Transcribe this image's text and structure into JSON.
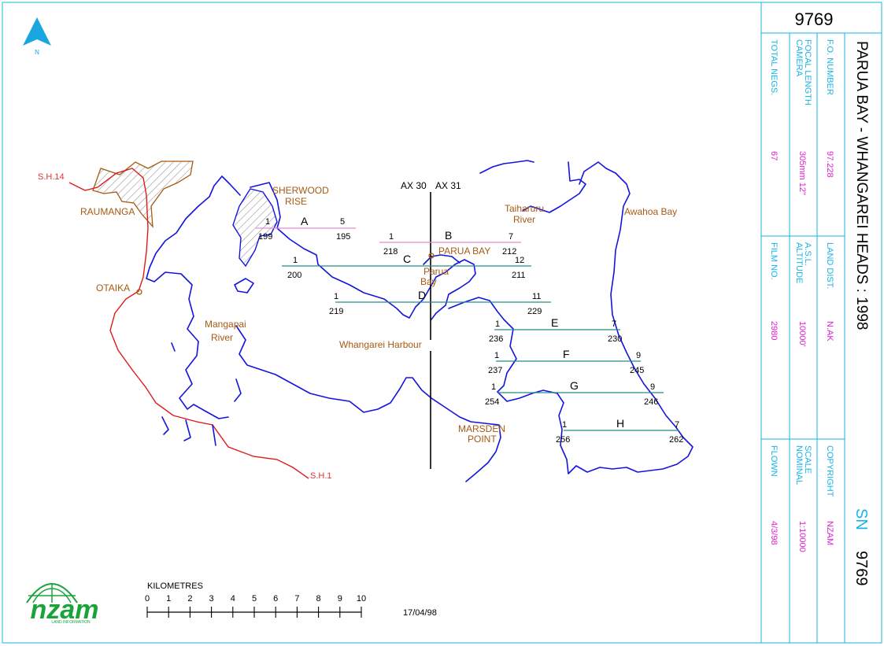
{
  "sheet_number": "9769",
  "title": "PARUA BAY - WHANGAREI HEADS : 1998",
  "sn_label": "SN",
  "sn_number": "9769",
  "north_label": "N",
  "date": "17/04/98",
  "logo": {
    "text": "nzam",
    "subtext": "LAND INFORMATION"
  },
  "info_panel": {
    "fo_number": {
      "label": "F.O. NUMBER",
      "value": "97.228"
    },
    "land_dist": {
      "label": "LAND DIST.",
      "value": "N.AK"
    },
    "copyright": {
      "label": "COPYRIGHT",
      "value": "NZAM"
    },
    "camera": {
      "label1": "CAMERA",
      "label2": "FOCAL LENGTH",
      "value": "305mm  12\""
    },
    "altitude": {
      "label1": "ALTITUDE",
      "label2": "A.S.L.",
      "value": "10000'"
    },
    "scale": {
      "label1": "NOMINAL",
      "label2": "SCALE",
      "value": "1:10000"
    },
    "total_negs": {
      "label": "TOTAL NEGS.",
      "value": "67"
    },
    "film_no": {
      "label": "FILM NO.",
      "value": "2980"
    },
    "flown": {
      "label": "FLOWN",
      "value": "4/3/98"
    }
  },
  "scale_bar": {
    "title": "KILOMETRES",
    "ticks": [
      "0",
      "1",
      "2",
      "3",
      "4",
      "5",
      "6",
      "7",
      "8",
      "9",
      "10"
    ]
  },
  "axis_labels": {
    "left": "AX 30",
    "right": "AX 31"
  },
  "places": {
    "sherwood_1": "SHERWOOD",
    "sherwood_2": "RISE",
    "raumanga": "RAUMANGA",
    "otaika": "OTAIKA",
    "mangapai_1": "Mangapai",
    "mangapai_2": "River",
    "parua_bay_town": "PARUA BAY",
    "parua_bay_water_1": "Parua",
    "parua_bay_water_2": "Bay",
    "taiharuru_1": "Taiharuru",
    "taiharuru_2": "River",
    "awahoa": "Awahoa Bay",
    "harbour": "Whangarei   Harbour",
    "marsden_1": "MARSDEN",
    "marsden_2": "POINT"
  },
  "roads": {
    "sh14": "S.H.14",
    "sh1": "S.H.1"
  },
  "flight_runs": [
    {
      "letter": "A",
      "start_count": "1",
      "end_count": "5",
      "start_frame": "199",
      "end_frame": "195"
    },
    {
      "letter": "B",
      "start_count": "1",
      "end_count": "7",
      "start_frame": "218",
      "end_frame": "212"
    },
    {
      "letter": "C",
      "start_count": "1",
      "end_count": "12",
      "start_frame": "200",
      "end_frame": "211"
    },
    {
      "letter": "D",
      "start_count": "1",
      "end_count": "11",
      "start_frame": "219",
      "end_frame": "229"
    },
    {
      "letter": "E",
      "start_count": "1",
      "end_count": "7",
      "start_frame": "236",
      "end_frame": "230"
    },
    {
      "letter": "F",
      "start_count": "1",
      "end_count": "9",
      "start_frame": "237",
      "end_frame": "245"
    },
    {
      "letter": "G",
      "start_count": "1",
      "end_count": "9",
      "start_frame": "254",
      "end_frame": "246"
    },
    {
      "letter": "H",
      "start_count": "1",
      "end_count": "7",
      "start_frame": "256",
      "end_frame": "262"
    }
  ]
}
